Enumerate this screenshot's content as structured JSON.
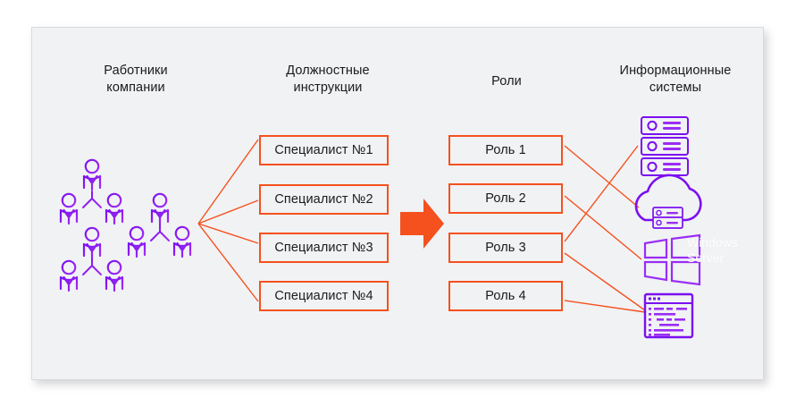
{
  "diagram": {
    "title_employees": "Работники\nкомпании",
    "title_jobs": "Должностные\nинструкции",
    "title_roles": "Роли",
    "title_systems": "Информационные\nсистемы",
    "job_boxes": [
      {
        "label": "Специалист №1"
      },
      {
        "label": "Специалист №2"
      },
      {
        "label": "Специалист №3"
      },
      {
        "label": "Специалист №4"
      }
    ],
    "role_boxes": [
      {
        "label": "Роль 1"
      },
      {
        "label": "Роль 2"
      },
      {
        "label": "Роль 3"
      },
      {
        "label": "Роль 4"
      }
    ],
    "systems": [
      {
        "name": "server-rack-icon",
        "label": ""
      },
      {
        "name": "cloud-server-icon",
        "label": ""
      },
      {
        "name": "windows-server-icon",
        "label": "Windows\nServer"
      },
      {
        "name": "code-window-icon",
        "label": ""
      }
    ],
    "employee_groups": 3,
    "arrow": {
      "name": "orange-right-arrow"
    },
    "colors": {
      "accent_orange": "#f4511e",
      "icon_purple": "#7b10f0",
      "icon_violet": "#9a2df5",
      "panel_background": "#f1f2f4",
      "page_background": "#ffffff",
      "text": "#1b1b1b",
      "windows_label": "#ffffff"
    }
  }
}
